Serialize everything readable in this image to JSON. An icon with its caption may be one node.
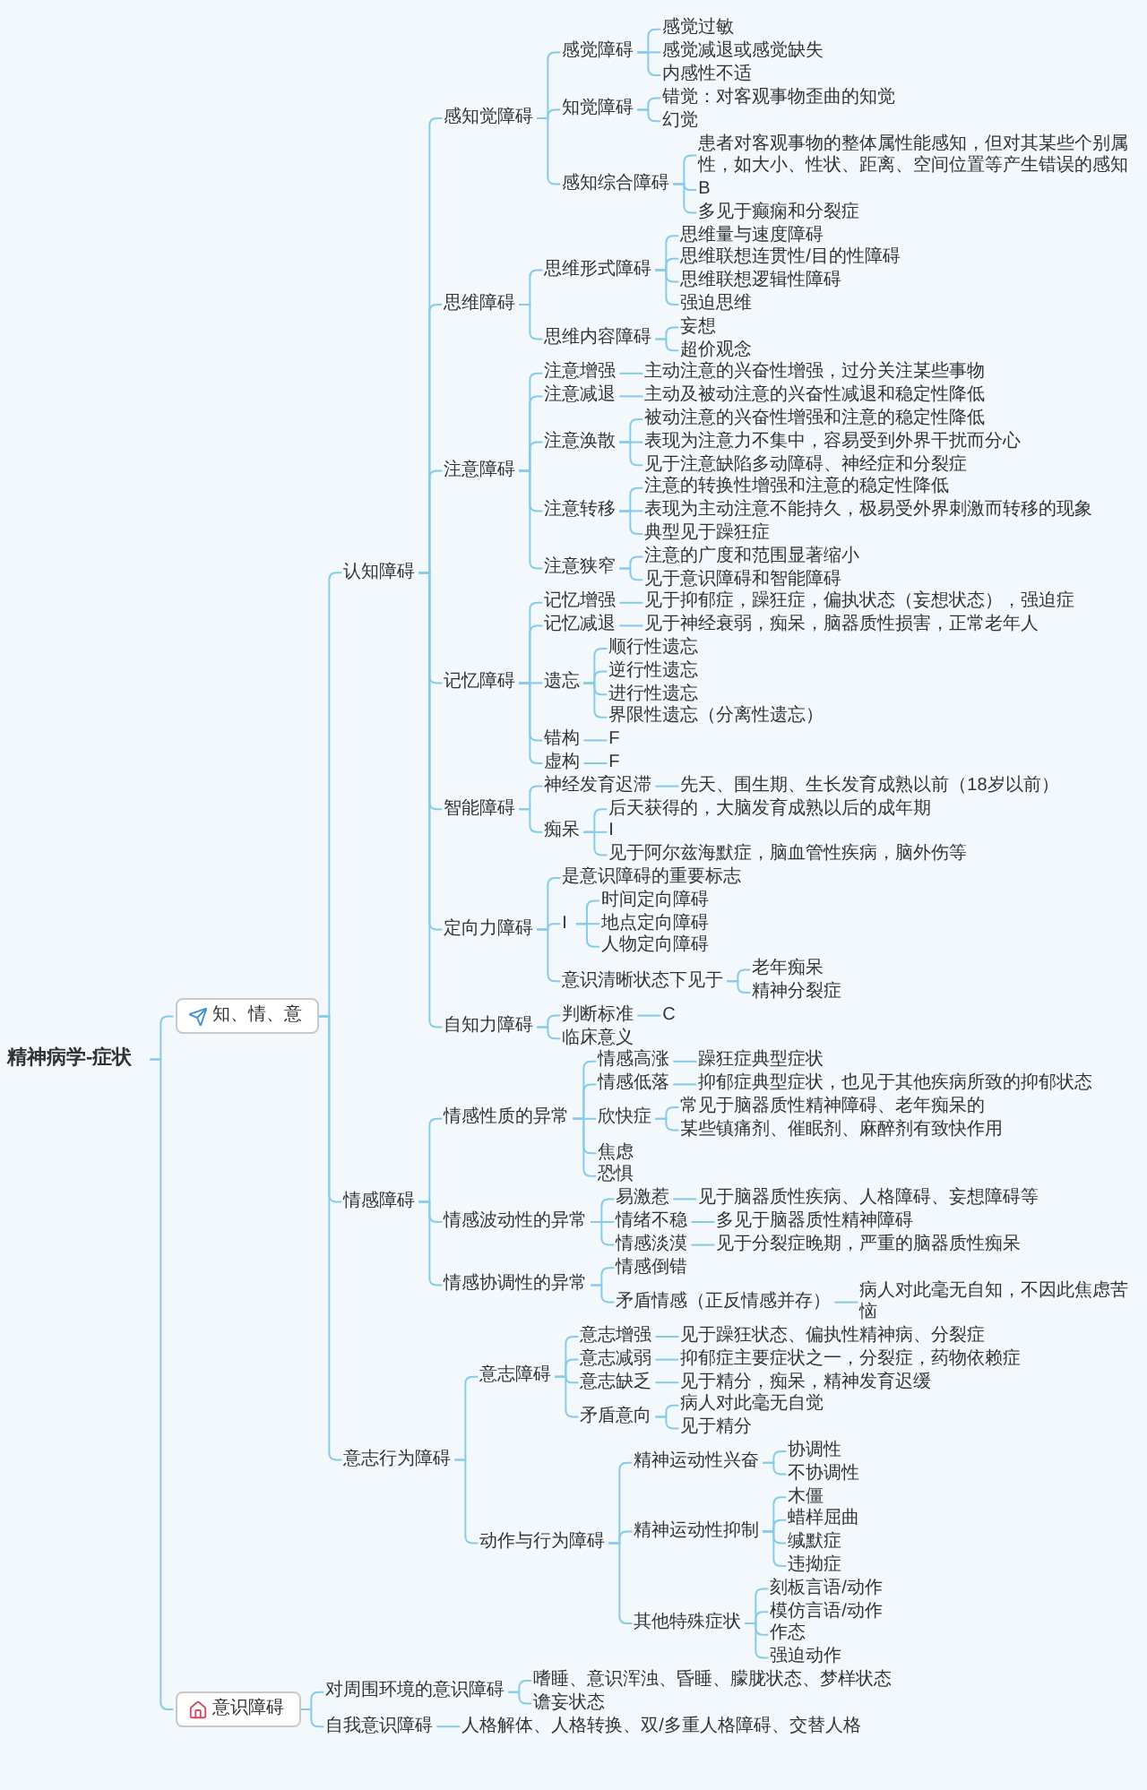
{
  "diagram": {
    "nodes": [
      {
        "text": [
          "精神病学-症状"
        ]
      },
      {
        "text": [
          "知、情、意"
        ]
      },
      {
        "text": [
          "认知障碍"
        ]
      },
      {
        "text": [
          "感知觉障碍"
        ]
      },
      {
        "text": [
          "感觉障碍"
        ]
      },
      {
        "text": [
          "感觉过敏"
        ]
      },
      {
        "text": [
          "感觉减退或感觉缺失"
        ]
      },
      {
        "text": [
          "内感性不适"
        ]
      },
      {
        "text": [
          "知觉障碍"
        ]
      },
      {
        "text": [
          "错觉：对客观事物歪曲的知觉"
        ]
      },
      {
        "text": [
          "幻觉"
        ]
      },
      {
        "text": [
          "感知综合障碍"
        ]
      },
      {
        "text": [
          "患者对客观事物的整体属性能感知，但对其某些个别属性，如大小、性状、距离、空间位置等产生错误的感知"
        ]
      },
      {
        "text": [
          "B"
        ]
      },
      {
        "text": [
          "多见于癫痫和分裂症"
        ]
      },
      {
        "text": [
          "思维障碍"
        ]
      },
      {
        "text": [
          "思维形式障碍"
        ]
      },
      {
        "text": [
          "思维量与速度障碍"
        ]
      },
      {
        "text": [
          "思维联想连贯性/目的性障碍"
        ]
      },
      {
        "text": [
          "思维联想逻辑性障碍"
        ]
      },
      {
        "text": [
          "强迫思维"
        ]
      },
      {
        "text": [
          "思维内容障碍"
        ]
      },
      {
        "text": [
          "妄想"
        ]
      },
      {
        "text": [
          "超价观念"
        ]
      },
      {
        "text": [
          "注意障碍"
        ]
      },
      {
        "text": [
          "注意增强"
        ]
      },
      {
        "text": [
          "主动注意的兴奋性增强，过分关注某些事物"
        ]
      },
      {
        "text": [
          "注意减退"
        ]
      },
      {
        "text": [
          "主动及被动注意的兴奋性减退和稳定性降低"
        ]
      },
      {
        "text": [
          "注意涣散"
        ]
      },
      {
        "text": [
          "被动注意的兴奋性增强和注意的稳定性降低"
        ]
      },
      {
        "text": [
          "表现为注意力不集中，容易受到外界干扰而分心"
        ]
      },
      {
        "text": [
          "见于注意缺陷多动障碍、神经症和分裂症"
        ]
      },
      {
        "text": [
          "注意转移"
        ]
      },
      {
        "text": [
          "注意的转换性增强和注意的稳定性降低"
        ]
      },
      {
        "text": [
          "表现为主动注意不能持久，极易受外界刺激而转移的现象"
        ]
      },
      {
        "text": [
          "典型见于躁狂症"
        ]
      },
      {
        "text": [
          "注意狭窄"
        ]
      },
      {
        "text": [
          "注意的广度和范围显著缩小"
        ]
      },
      {
        "text": [
          "见于意识障碍和智能障碍"
        ]
      },
      {
        "text": [
          "记忆障碍"
        ]
      },
      {
        "text": [
          "记忆增强"
        ]
      },
      {
        "text": [
          "见于抑郁症，躁狂症，偏执状态（妄想状态），强迫症"
        ]
      },
      {
        "text": [
          "记忆减退"
        ]
      },
      {
        "text": [
          "见于神经衰弱，痴呆，脑器质性损害，正常老年人"
        ]
      },
      {
        "text": [
          "遗忘"
        ]
      },
      {
        "text": [
          "顺行性遗忘"
        ]
      },
      {
        "text": [
          "逆行性遗忘"
        ]
      },
      {
        "text": [
          "进行性遗忘"
        ]
      },
      {
        "text": [
          "界限性遗忘（分离性遗忘）"
        ]
      },
      {
        "text": [
          "错构"
        ]
      },
      {
        "text": [
          "F"
        ]
      },
      {
        "text": [
          "虚构"
        ]
      },
      {
        "text": [
          "F"
        ]
      },
      {
        "text": [
          "智能障碍"
        ]
      },
      {
        "text": [
          "神经发育迟滞"
        ]
      },
      {
        "text": [
          "先天、围生期、生长发育成熟以前（18岁以前）"
        ]
      },
      {
        "text": [
          "痴呆"
        ]
      },
      {
        "text": [
          "后天获得的，大脑发育成熟以后的成年期"
        ]
      },
      {
        "text": [
          "I"
        ]
      },
      {
        "text": [
          "见于阿尔兹海默症，脑血管性疾病，脑外伤等"
        ]
      },
      {
        "text": [
          "定向力障碍"
        ]
      },
      {
        "text": [
          "是意识障碍的重要标志"
        ]
      },
      {
        "text": [
          "I"
        ]
      },
      {
        "text": [
          "时间定向障碍"
        ]
      },
      {
        "text": [
          "地点定向障碍"
        ]
      },
      {
        "text": [
          "人物定向障碍"
        ]
      },
      {
        "text": [
          "意识清晰状态下见于"
        ]
      },
      {
        "text": [
          "老年痴呆"
        ]
      },
      {
        "text": [
          "精神分裂症"
        ]
      },
      {
        "text": [
          "自知力障碍"
        ]
      },
      {
        "text": [
          "判断标准"
        ]
      },
      {
        "text": [
          "C"
        ]
      },
      {
        "text": [
          "临床意义"
        ]
      },
      {
        "text": [
          "情感障碍"
        ]
      },
      {
        "text": [
          "情感性质的异常"
        ]
      },
      {
        "text": [
          "情感高涨"
        ]
      },
      {
        "text": [
          "躁狂症典型症状"
        ]
      },
      {
        "text": [
          "情感低落"
        ]
      },
      {
        "text": [
          "抑郁症典型症状，也见于其他疾病所致的抑郁状态"
        ]
      },
      {
        "text": [
          "欣快症"
        ]
      },
      {
        "text": [
          "常见于脑器质性精神障碍、老年痴呆的"
        ]
      },
      {
        "text": [
          "某些镇痛剂、催眠剂、麻醉剂有致快作用"
        ]
      },
      {
        "text": [
          "焦虑"
        ]
      },
      {
        "text": [
          "恐惧"
        ]
      },
      {
        "text": [
          "情感波动性的异常"
        ]
      },
      {
        "text": [
          "易激惹"
        ]
      },
      {
        "text": [
          "见于脑器质性疾病、人格障碍、妄想障碍等"
        ]
      },
      {
        "text": [
          "情绪不稳"
        ]
      },
      {
        "text": [
          "多见于脑器质性精神障碍"
        ]
      },
      {
        "text": [
          "情感淡漠"
        ]
      },
      {
        "text": [
          "见于分裂症晚期，严重的脑器质性痴呆"
        ]
      },
      {
        "text": [
          "情感协调性的异常"
        ]
      },
      {
        "text": [
          "情感倒错"
        ]
      },
      {
        "text": [
          "矛盾情感（正反情感并存）"
        ]
      },
      {
        "text": [
          "病人对此毫无自知，不因此焦虑苦恼"
        ]
      },
      {
        "text": [
          "意志行为障碍"
        ]
      },
      {
        "text": [
          "意志障碍"
        ]
      },
      {
        "text": [
          "意志增强"
        ]
      },
      {
        "text": [
          "见于躁狂状态、偏执性精神病、分裂症"
        ]
      },
      {
        "text": [
          "意志减弱"
        ]
      },
      {
        "text": [
          "抑郁症主要症状之一，分裂症，药物依赖症"
        ]
      },
      {
        "text": [
          "意志缺乏"
        ]
      },
      {
        "text": [
          "见于精分，痴呆，精神发育迟缓"
        ]
      },
      {
        "text": [
          "矛盾意向"
        ]
      },
      {
        "text": [
          "病人对此毫无自觉"
        ]
      },
      {
        "text": [
          "见于精分"
        ]
      },
      {
        "text": [
          "动作与行为障碍"
        ]
      },
      {
        "text": [
          "精神运动性兴奋"
        ]
      },
      {
        "text": [
          "协调性"
        ]
      },
      {
        "text": [
          "不协调性"
        ]
      },
      {
        "text": [
          "精神运动性抑制"
        ]
      },
      {
        "text": [
          "木僵"
        ]
      },
      {
        "text": [
          "蜡样屈曲"
        ]
      },
      {
        "text": [
          "缄默症"
        ]
      },
      {
        "text": [
          "违拗症"
        ]
      },
      {
        "text": [
          "其他特殊症状"
        ]
      },
      {
        "text": [
          "刻板言语/动作"
        ]
      },
      {
        "text": [
          "模仿言语/动作"
        ]
      },
      {
        "text": [
          "作态"
        ]
      },
      {
        "text": [
          "强迫动作"
        ]
      },
      {
        "text": [
          "意识障碍"
        ]
      },
      {
        "text": [
          "对周围环境的意识障碍"
        ]
      },
      {
        "text": [
          "嗜睡、意识浑浊、昏睡、朦胧状态、梦样状态"
        ]
      },
      {
        "text": [
          "谵妄状态"
        ]
      },
      {
        "text": [
          "自我意识障碍"
        ]
      },
      {
        "text": [
          "人格解体、人格转换、双/多重人格障碍、交替人格"
        ]
      }
    ],
    "edges": [
      {
        "from": 0,
        "to": 1,
        "arrow": "none"
      },
      {
        "from": 1,
        "to": 2,
        "arrow": "none"
      },
      {
        "from": 2,
        "to": 3,
        "arrow": "none"
      },
      {
        "from": 3,
        "to": 4,
        "arrow": "none"
      },
      {
        "from": 4,
        "to": 5,
        "arrow": "none"
      },
      {
        "from": 4,
        "to": 6,
        "arrow": "none"
      },
      {
        "from": 4,
        "to": 7,
        "arrow": "none"
      },
      {
        "from": 3,
        "to": 8,
        "arrow": "none"
      },
      {
        "from": 8,
        "to": 9,
        "arrow": "none"
      },
      {
        "from": 8,
        "to": 10,
        "arrow": "none"
      },
      {
        "from": 3,
        "to": 11,
        "arrow": "none"
      },
      {
        "from": 11,
        "to": 12,
        "arrow": "none"
      },
      {
        "from": 11,
        "to": 13,
        "arrow": "none"
      },
      {
        "from": 11,
        "to": 14,
        "arrow": "none"
      },
      {
        "from": 2,
        "to": 15,
        "arrow": "none"
      },
      {
        "from": 15,
        "to": 16,
        "arrow": "none"
      },
      {
        "from": 16,
        "to": 17,
        "arrow": "none"
      },
      {
        "from": 16,
        "to": 18,
        "arrow": "none"
      },
      {
        "from": 16,
        "to": 19,
        "arrow": "none"
      },
      {
        "from": 16,
        "to": 20,
        "arrow": "none"
      },
      {
        "from": 15,
        "to": 21,
        "arrow": "none"
      },
      {
        "from": 21,
        "to": 22,
        "arrow": "none"
      },
      {
        "from": 21,
        "to": 23,
        "arrow": "none"
      },
      {
        "from": 2,
        "to": 24,
        "arrow": "none"
      },
      {
        "from": 24,
        "to": 25,
        "arrow": "none"
      },
      {
        "from": 25,
        "to": 26,
        "arrow": "none"
      },
      {
        "from": 24,
        "to": 27,
        "arrow": "none"
      },
      {
        "from": 27,
        "to": 28,
        "arrow": "none"
      },
      {
        "from": 24,
        "to": 29,
        "arrow": "none"
      },
      {
        "from": 29,
        "to": 30,
        "arrow": "none"
      },
      {
        "from": 29,
        "to": 31,
        "arrow": "none"
      },
      {
        "from": 29,
        "to": 32,
        "arrow": "none"
      },
      {
        "from": 24,
        "to": 33,
        "arrow": "none"
      },
      {
        "from": 33,
        "to": 34,
        "arrow": "none"
      },
      {
        "from": 33,
        "to": 35,
        "arrow": "none"
      },
      {
        "from": 33,
        "to": 36,
        "arrow": "none"
      },
      {
        "from": 24,
        "to": 37,
        "arrow": "none"
      },
      {
        "from": 37,
        "to": 38,
        "arrow": "none"
      },
      {
        "from": 37,
        "to": 39,
        "arrow": "none"
      },
      {
        "from": 2,
        "to": 40,
        "arrow": "none"
      },
      {
        "from": 40,
        "to": 41,
        "arrow": "none"
      },
      {
        "from": 41,
        "to": 42,
        "arrow": "none"
      },
      {
        "from": 40,
        "to": 43,
        "arrow": "none"
      },
      {
        "from": 43,
        "to": 44,
        "arrow": "none"
      },
      {
        "from": 40,
        "to": 45,
        "arrow": "none"
      },
      {
        "from": 45,
        "to": 46,
        "arrow": "none"
      },
      {
        "from": 45,
        "to": 47,
        "arrow": "none"
      },
      {
        "from": 45,
        "to": 48,
        "arrow": "none"
      },
      {
        "from": 45,
        "to": 49,
        "arrow": "none"
      },
      {
        "from": 40,
        "to": 50,
        "arrow": "none"
      },
      {
        "from": 50,
        "to": 51,
        "arrow": "none"
      },
      {
        "from": 40,
        "to": 52,
        "arrow": "none"
      },
      {
        "from": 52,
        "to": 53,
        "arrow": "none"
      },
      {
        "from": 2,
        "to": 54,
        "arrow": "none"
      },
      {
        "from": 54,
        "to": 55,
        "arrow": "none"
      },
      {
        "from": 55,
        "to": 56,
        "arrow": "none"
      },
      {
        "from": 54,
        "to": 57,
        "arrow": "none"
      },
      {
        "from": 57,
        "to": 58,
        "arrow": "none"
      },
      {
        "from": 57,
        "to": 59,
        "arrow": "none"
      },
      {
        "from": 57,
        "to": 60,
        "arrow": "none"
      },
      {
        "from": 2,
        "to": 61,
        "arrow": "none"
      },
      {
        "from": 61,
        "to": 62,
        "arrow": "none"
      },
      {
        "from": 61,
        "to": 63,
        "arrow": "none"
      },
      {
        "from": 63,
        "to": 64,
        "arrow": "none"
      },
      {
        "from": 63,
        "to": 65,
        "arrow": "none"
      },
      {
        "from": 63,
        "to": 66,
        "arrow": "none"
      },
      {
        "from": 61,
        "to": 67,
        "arrow": "none"
      },
      {
        "from": 67,
        "to": 68,
        "arrow": "none"
      },
      {
        "from": 67,
        "to": 69,
        "arrow": "none"
      },
      {
        "from": 2,
        "to": 70,
        "arrow": "none"
      },
      {
        "from": 70,
        "to": 71,
        "arrow": "none"
      },
      {
        "from": 71,
        "to": 72,
        "arrow": "none"
      },
      {
        "from": 70,
        "to": 73,
        "arrow": "none"
      },
      {
        "from": 1,
        "to": 74,
        "arrow": "none"
      },
      {
        "from": 74,
        "to": 75,
        "arrow": "none"
      },
      {
        "from": 75,
        "to": 76,
        "arrow": "none"
      },
      {
        "from": 76,
        "to": 77,
        "arrow": "none"
      },
      {
        "from": 75,
        "to": 78,
        "arrow": "none"
      },
      {
        "from": 78,
        "to": 79,
        "arrow": "none"
      },
      {
        "from": 75,
        "to": 80,
        "arrow": "none"
      },
      {
        "from": 80,
        "to": 81,
        "arrow": "none"
      },
      {
        "from": 80,
        "to": 82,
        "arrow": "none"
      },
      {
        "from": 75,
        "to": 83,
        "arrow": "none"
      },
      {
        "from": 75,
        "to": 84,
        "arrow": "none"
      },
      {
        "from": 74,
        "to": 85,
        "arrow": "none"
      },
      {
        "from": 85,
        "to": 86,
        "arrow": "none"
      },
      {
        "from": 86,
        "to": 87,
        "arrow": "none"
      },
      {
        "from": 85,
        "to": 88,
        "arrow": "none"
      },
      {
        "from": 88,
        "to": 89,
        "arrow": "none"
      },
      {
        "from": 85,
        "to": 90,
        "arrow": "none"
      },
      {
        "from": 90,
        "to": 91,
        "arrow": "none"
      },
      {
        "from": 74,
        "to": 92,
        "arrow": "none"
      },
      {
        "from": 92,
        "to": 93,
        "arrow": "none"
      },
      {
        "from": 92,
        "to": 94,
        "arrow": "none"
      },
      {
        "from": 94,
        "to": 95,
        "arrow": "none"
      },
      {
        "from": 1,
        "to": 96,
        "arrow": "none"
      },
      {
        "from": 96,
        "to": 97,
        "arrow": "none"
      },
      {
        "from": 97,
        "to": 98,
        "arrow": "none"
      },
      {
        "from": 98,
        "to": 99,
        "arrow": "none"
      },
      {
        "from": 97,
        "to": 100,
        "arrow": "none"
      },
      {
        "from": 100,
        "to": 101,
        "arrow": "none"
      },
      {
        "from": 97,
        "to": 102,
        "arrow": "none"
      },
      {
        "from": 102,
        "to": 103,
        "arrow": "none"
      },
      {
        "from": 97,
        "to": 104,
        "arrow": "none"
      },
      {
        "from": 104,
        "to": 105,
        "arrow": "none"
      },
      {
        "from": 104,
        "to": 106,
        "arrow": "none"
      },
      {
        "from": 96,
        "to": 107,
        "arrow": "none"
      },
      {
        "from": 107,
        "to": 108,
        "arrow": "none"
      },
      {
        "from": 108,
        "to": 109,
        "arrow": "none"
      },
      {
        "from": 108,
        "to": 110,
        "arrow": "none"
      },
      {
        "from": 107,
        "to": 111,
        "arrow": "none"
      },
      {
        "from": 111,
        "to": 112,
        "arrow": "none"
      },
      {
        "from": 111,
        "to": 113,
        "arrow": "none"
      },
      {
        "from": 111,
        "to": 114,
        "arrow": "none"
      },
      {
        "from": 111,
        "to": 115,
        "arrow": "none"
      },
      {
        "from": 107,
        "to": 116,
        "arrow": "none"
      },
      {
        "from": 116,
        "to": 117,
        "arrow": "none"
      },
      {
        "from": 116,
        "to": 118,
        "arrow": "none"
      },
      {
        "from": 116,
        "to": 119,
        "arrow": "none"
      },
      {
        "from": 116,
        "to": 120,
        "arrow": "none"
      },
      {
        "from": 0,
        "to": 121,
        "arrow": "none"
      },
      {
        "from": 121,
        "to": 122,
        "arrow": "none"
      },
      {
        "from": 122,
        "to": 123,
        "arrow": "none"
      },
      {
        "from": 122,
        "to": 124,
        "arrow": "none"
      },
      {
        "from": 121,
        "to": 125,
        "arrow": "none"
      },
      {
        "from": 125,
        "to": 126,
        "arrow": "none"
      }
    ]
  }
}
